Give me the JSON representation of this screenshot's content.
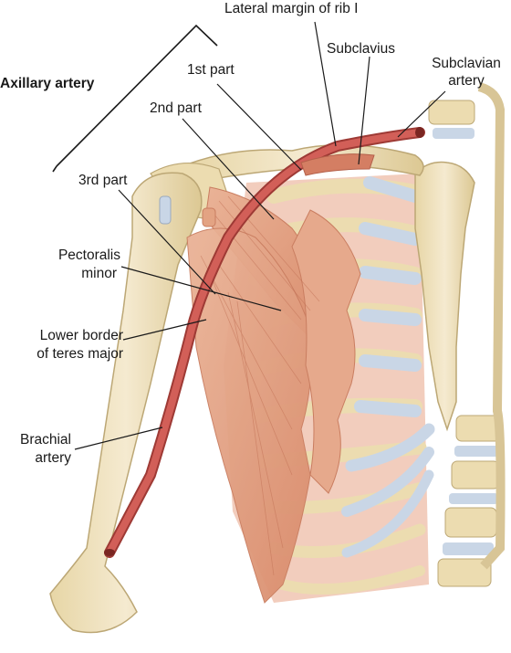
{
  "labels": {
    "axillary_artery": "Axillary artery",
    "lateral_margin_rib1": "Lateral margin of rib I",
    "subclavius": "Subclavius",
    "subclavian_artery_1": "Subclavian",
    "subclavian_artery_2": "artery",
    "first_part": "1st part",
    "second_part": "2nd part",
    "third_part": "3rd part",
    "pectoralis_minor_1": "Pectoralis",
    "pectoralis_minor_2": "minor",
    "lower_border_1": "Lower border",
    "lower_border_2": "of teres major",
    "brachial_artery_1": "Brachial",
    "brachial_artery_2": "artery"
  },
  "colors": {
    "artery": "#c9524c",
    "artery_dark": "#9e3a35",
    "muscle": "#e3a383",
    "muscle_dark": "#c97d60",
    "bone": "#f1e4bd",
    "bone_dark": "#c9b888",
    "cartilage": "#c9d6e6",
    "intercostal": "#f2cdbd"
  }
}
